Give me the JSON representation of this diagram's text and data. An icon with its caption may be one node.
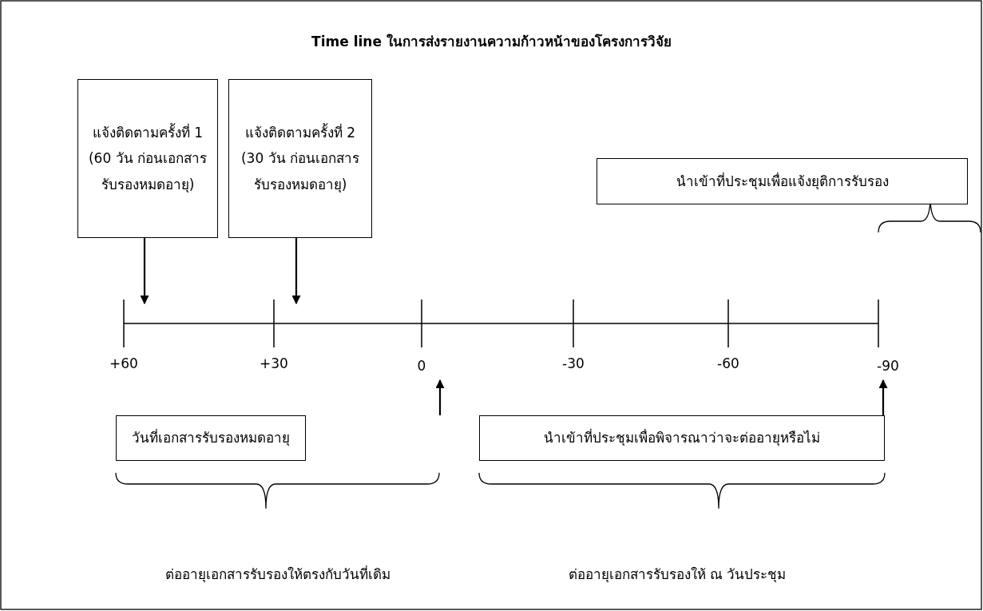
{
  "diagram": {
    "title": "Time line ในการส่งรายงานความก้าวหน้าของโครงการวิจัย",
    "nodes": [
      {
        "text": [
          "แจ้งติดตามครั้งที่ 1 (60 วัน ก่อนเอกสารรับรองหมดอายุ)"
        ]
      },
      {
        "text": [
          "แจ้งติดตามครั้งที่ 2 (30 วัน ก่อนเอกสารรับรองหมดอายุ)"
        ]
      },
      {
        "text": [
          "นำเข้าที่ประชุมเพื่อแจ้งยุติการรับรอง"
        ]
      },
      {
        "text": [
          "0"
        ]
      },
      {
        "text": [
          "-90"
        ]
      },
      {
        "text": [
          "วันที่เอกสารรับรองหมดอายุ"
        ]
      },
      {
        "text": [
          "นำเข้าที่ประชุมเพื่อพิจารณาว่าจะต่ออายุหรือไม่"
        ]
      }
    ],
    "edges": [
      {
        "from": 0,
        "to": null,
        "arrow": "to"
      },
      {
        "from": 1,
        "to": null,
        "arrow": "to"
      },
      {
        "from": null,
        "to": 3,
        "arrow": "to"
      },
      {
        "from": 6,
        "to": 4,
        "arrow": "to"
      }
    ],
    "labels": [
      "+60",
      "+30",
      "-30",
      "-60",
      "ต่ออายุเอกสารรับรองให้ตรงกับวันที่เดิม",
      "ต่ออายุเอกสารรับรองให้ ณ วันประชุม"
    ]
  }
}
